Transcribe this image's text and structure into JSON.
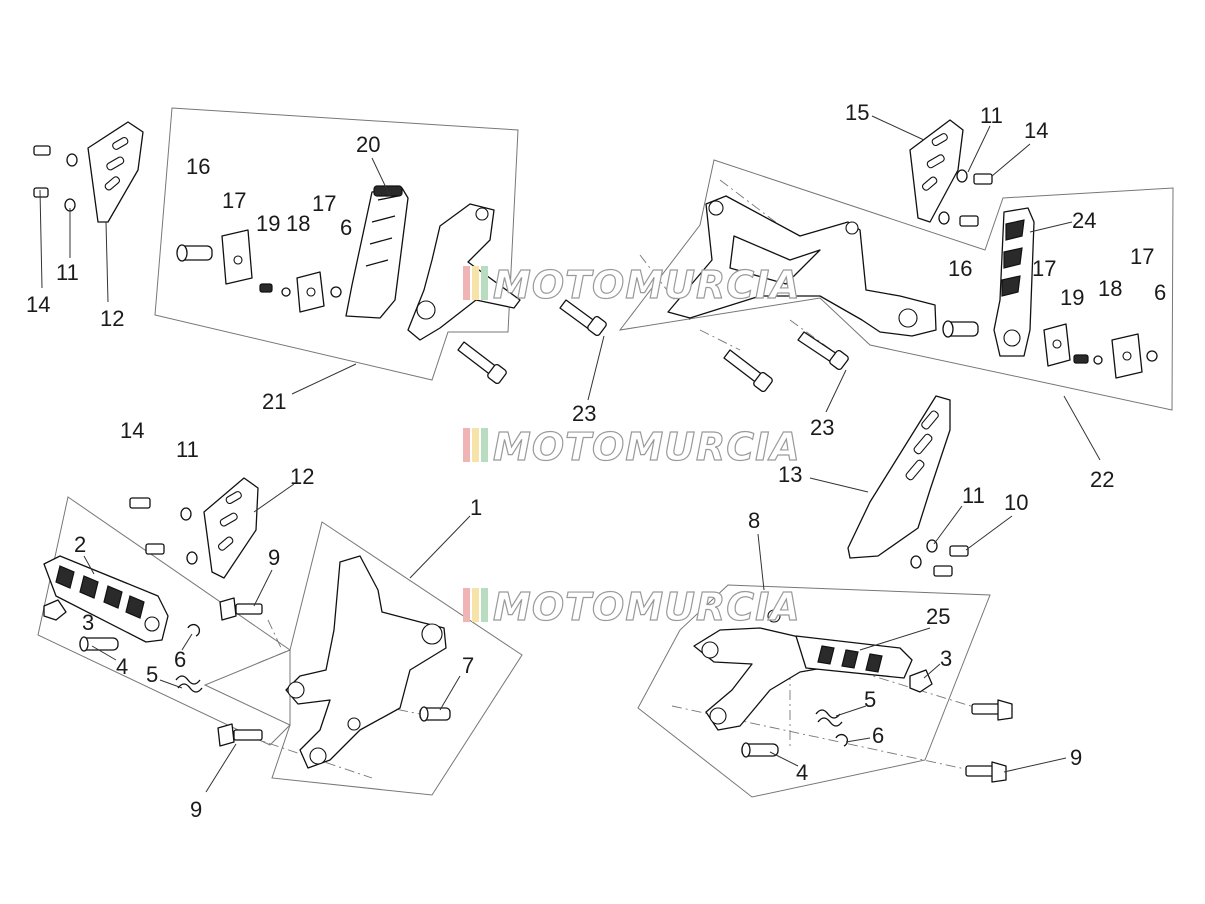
{
  "watermark": {
    "brand": "MOTOMURCIA"
  },
  "callouts": [
    {
      "id": "c15",
      "text": "15"
    },
    {
      "id": "c11a",
      "text": "11"
    },
    {
      "id": "c14a",
      "text": "14"
    },
    {
      "id": "c20",
      "text": "20"
    },
    {
      "id": "c16a",
      "text": "16"
    },
    {
      "id": "c17a",
      "text": "17"
    },
    {
      "id": "c19a",
      "text": "19"
    },
    {
      "id": "c18a",
      "text": "18"
    },
    {
      "id": "c17b",
      "text": "17"
    },
    {
      "id": "c6a",
      "text": "6"
    },
    {
      "id": "c11b",
      "text": "11"
    },
    {
      "id": "c14b",
      "text": "14"
    },
    {
      "id": "c12a",
      "text": "12"
    },
    {
      "id": "c21",
      "text": "21"
    },
    {
      "id": "c23a",
      "text": "23"
    },
    {
      "id": "c24",
      "text": "24"
    },
    {
      "id": "c16b",
      "text": "16"
    },
    {
      "id": "c17c",
      "text": "17"
    },
    {
      "id": "c19b",
      "text": "19"
    },
    {
      "id": "c18b",
      "text": "18"
    },
    {
      "id": "c17d",
      "text": "17"
    },
    {
      "id": "c6b",
      "text": "6"
    },
    {
      "id": "c23b",
      "text": "23"
    },
    {
      "id": "c22",
      "text": "22"
    },
    {
      "id": "c14c",
      "text": "14"
    },
    {
      "id": "c11c",
      "text": "11"
    },
    {
      "id": "c12b",
      "text": "12"
    },
    {
      "id": "c1",
      "text": "1"
    },
    {
      "id": "c2",
      "text": "2"
    },
    {
      "id": "c9a",
      "text": "9"
    },
    {
      "id": "c3a",
      "text": "3"
    },
    {
      "id": "c4a",
      "text": "4"
    },
    {
      "id": "c6c",
      "text": "6"
    },
    {
      "id": "c5a",
      "text": "5"
    },
    {
      "id": "c7",
      "text": "7"
    },
    {
      "id": "c9b",
      "text": "9"
    },
    {
      "id": "c13",
      "text": "13"
    },
    {
      "id": "c11d",
      "text": "11"
    },
    {
      "id": "c10",
      "text": "10"
    },
    {
      "id": "c8",
      "text": "8"
    },
    {
      "id": "c25",
      "text": "25"
    },
    {
      "id": "c3b",
      "text": "3"
    },
    {
      "id": "c5b",
      "text": "5"
    },
    {
      "id": "c6d",
      "text": "6"
    },
    {
      "id": "c4b",
      "text": "4"
    },
    {
      "id": "c9c",
      "text": "9"
    }
  ]
}
